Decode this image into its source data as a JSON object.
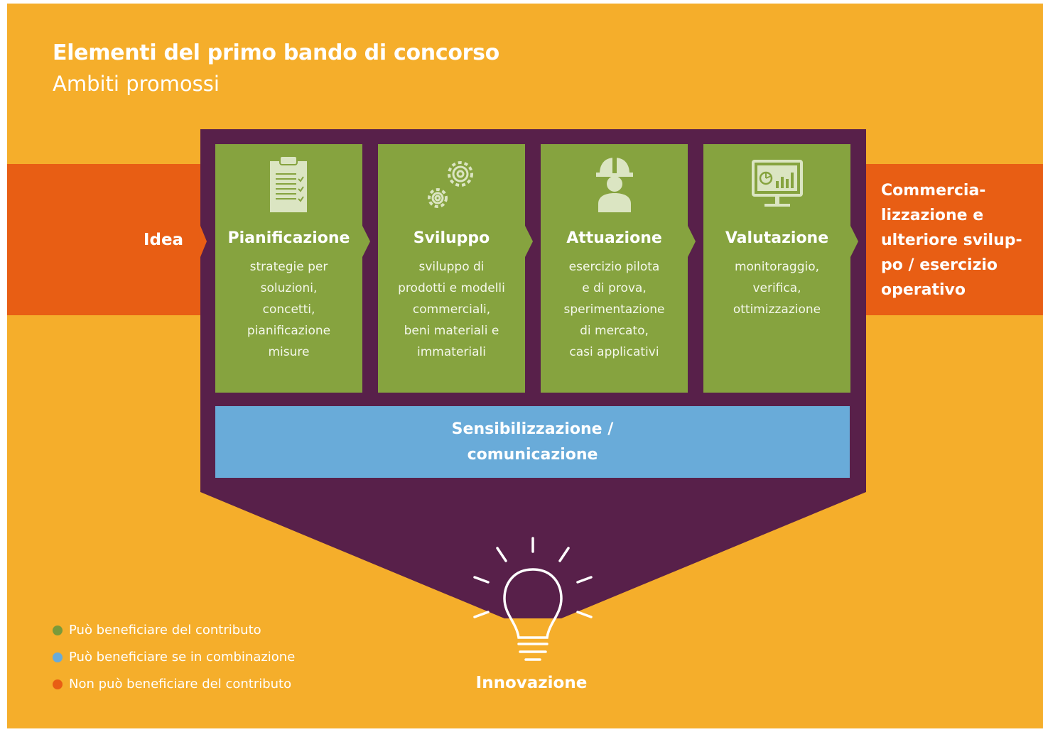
{
  "header": {
    "title": "Elementi del primo bando di concorso",
    "subtitle": "Ambiti promossi"
  },
  "flow": {
    "start_label": "Idea",
    "end_label_lines": [
      "Commercia-",
      "lizzazione e",
      "ulteriore svilup-",
      "po / esercizio",
      "operativo"
    ]
  },
  "stages": [
    {
      "title": "Pianificazione",
      "icon": "clipboard-icon",
      "desc": [
        "strategie per",
        "soluzioni,",
        "concetti,",
        "pianificazione",
        "misure"
      ]
    },
    {
      "title": "Sviluppo",
      "icon": "gears-icon",
      "desc": [
        "sviluppo di",
        "prodotti e modelli",
        "commerciali,",
        "beni materiali e",
        "immateriali"
      ]
    },
    {
      "title": "Attuazione",
      "icon": "worker-icon",
      "desc": [
        "esercizio pilota",
        "e di prova,",
        "sperimentazione",
        "di mercato,",
        "casi applicativi"
      ]
    },
    {
      "title": "Valutazione",
      "icon": "monitor-chart-icon",
      "desc": [
        "monitoraggio,",
        "verifica,",
        "ottimizzazione"
      ]
    }
  ],
  "bar": {
    "lines": [
      "Sensibilizzazione /",
      "comunicazione"
    ]
  },
  "result": {
    "label": "Innovazione",
    "icon": "lightbulb-icon"
  },
  "legend": [
    {
      "label": "Può beneficiare del contributo",
      "color": "#7a9a3a"
    },
    {
      "label": "Può beneficiare se in combinazione",
      "color": "#69abd9"
    },
    {
      "label": "Non può beneficiare del contributo",
      "color": "#e85e14"
    }
  ],
  "colors": {
    "background": "#f5ae2b",
    "frame": "#58204a",
    "stage": "#86a33f",
    "band": "#e85e14",
    "bar": "#69abd9"
  }
}
